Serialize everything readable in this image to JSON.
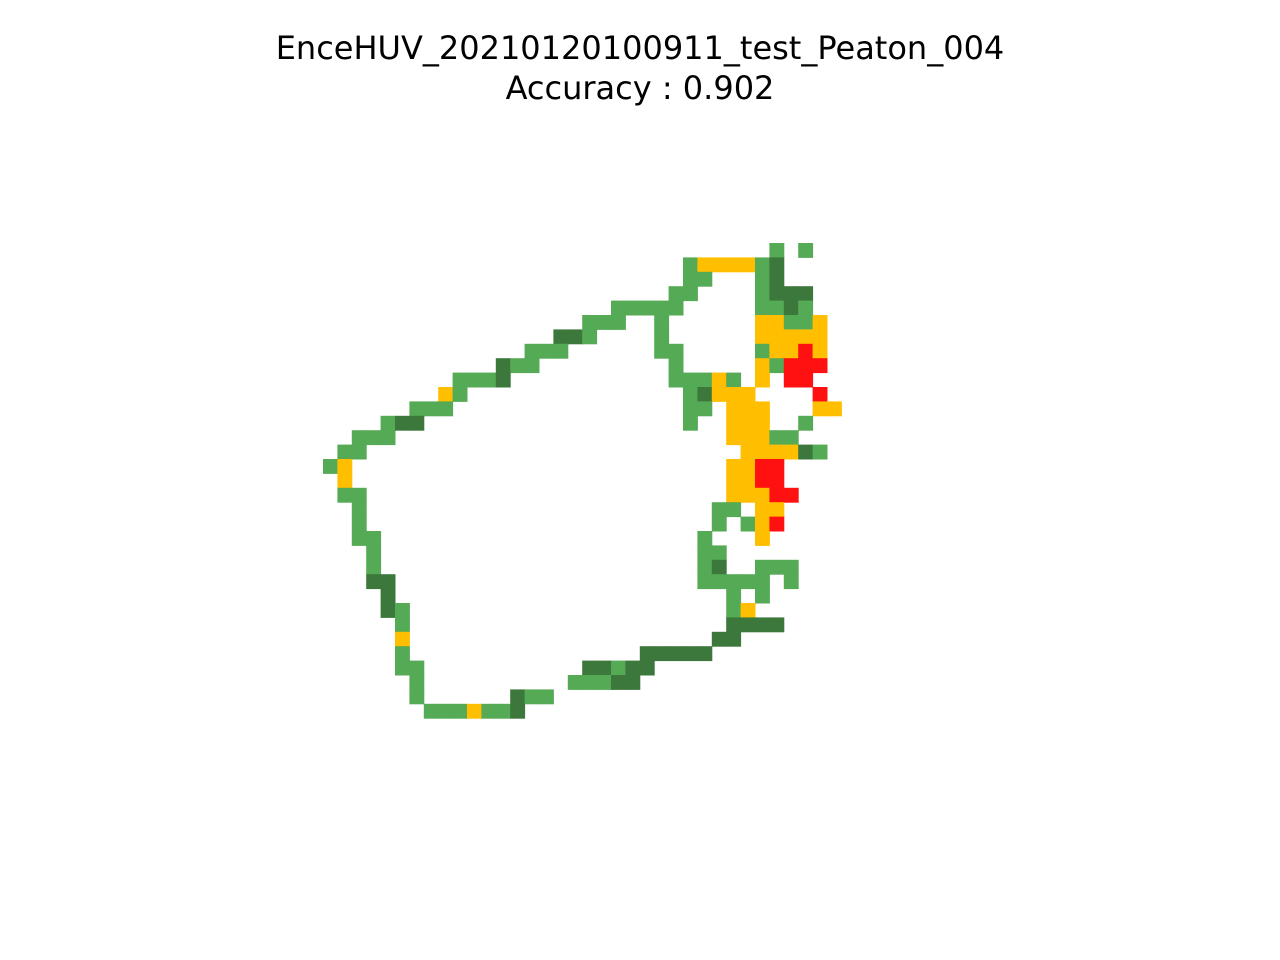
{
  "figure": {
    "title_line1": "EnceHUV_20210120100911_test_Peaton_004",
    "title_line2": "Accuracy : 0.902"
  },
  "chart_data": {
    "type": "heatmap",
    "title": "EnceHUV_20210120100911_test_Peaton_004\nAccuracy : 0.902",
    "axes_visible": false,
    "grid": false,
    "colors": {
      "G": "#55aa55",
      "D": "#3c773c",
      "Y": "#ffbf00",
      "R": "#ff1111"
    },
    "cell_rows": [
      "...............................G.G....",
      ".........................GYYYYGD......",
      ".........................GG...GD......",
      "........................GG....GDDD....",
      "....................GGGGG.....GGDG....",
      "..................GGG..G......YYGGY...",
      "................DDG....G......YYYYY...",
      "..............GGG......GG.....GYYRY...",
      "............DGG.........G.....YGRRR...",
      ".........GGGD...........GGGYG.Y.RR....",
      "........YG...............GDYYY....R...",
      "......GGG................GG.YYY...YY..",
      "....GDD..................G..YYY..G....",
      "..GGG.......................YYYGG.....",
      ".GG..........................YYYYDG...",
      "GY..........................YYRR......",
      ".Y..........................YYRR......",
      ".GG.........................YYYRR.....",
      "..G........................GG.YY......",
      "..G........................G.GYR......",
      "..GG......................G...Y.......",
      "...G......................GG..........",
      "...G......................GD..GGG.....",
      "...DD.....................GGGGG.G.....",
      "....D.......................G.G.......",
      "....DG......................GY........",
      ".....G......................DDDD......",
      ".....Y.....................DD.........",
      ".....G................DDDDD...........",
      ".....GG...........DDGDD...............",
      "......G..........GGGDD................",
      "......G......DGG......................",
      ".......GGGYGGD........................"
    ]
  }
}
